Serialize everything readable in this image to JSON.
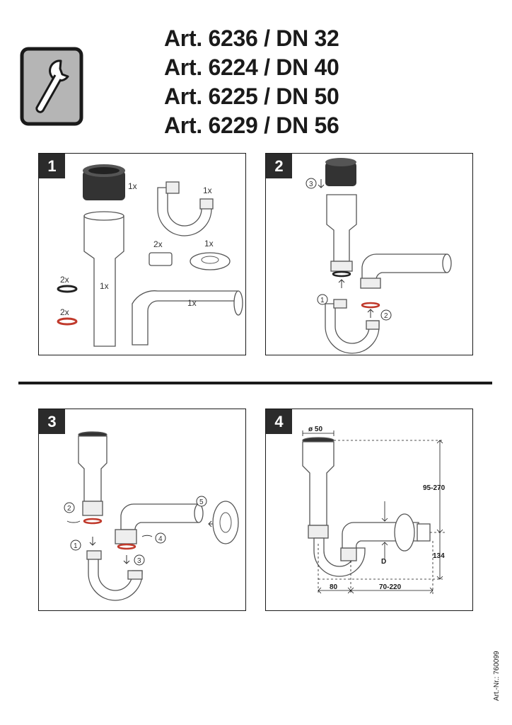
{
  "header": {
    "icon": "wrench-icon",
    "title_lines": [
      "Art. 6236 / DN 32",
      "Art. 6224 / DN 40",
      "Art. 6225 / DN 50",
      "Art. 6229 / DN 56"
    ]
  },
  "steps": [
    {
      "number": "1",
      "labels": {
        "cap": "1x",
        "trap": "1x",
        "nut": "2x",
        "rosette": "1x",
        "ring_black": "2x",
        "ring_red": "2x",
        "tube": "1x",
        "elbow": "1x"
      }
    },
    {
      "number": "2",
      "markers": [
        "3",
        "1",
        "2"
      ]
    },
    {
      "number": "3",
      "markers": [
        "2",
        "1",
        "4",
        "3",
        "5"
      ]
    },
    {
      "number": "4",
      "dims": {
        "diameter": "ø 50",
        "height": "95-270",
        "offset": "134",
        "depth": "D",
        "width1": "80",
        "width2": "70-220"
      }
    }
  ],
  "footer": {
    "art_nr": "Art.-Nr.: 760099"
  },
  "colors": {
    "ink": "#1a1a1a",
    "badge": "#2b2b2b",
    "icon_fill": "#b5b5b5",
    "seal_red": "#c0392b"
  }
}
